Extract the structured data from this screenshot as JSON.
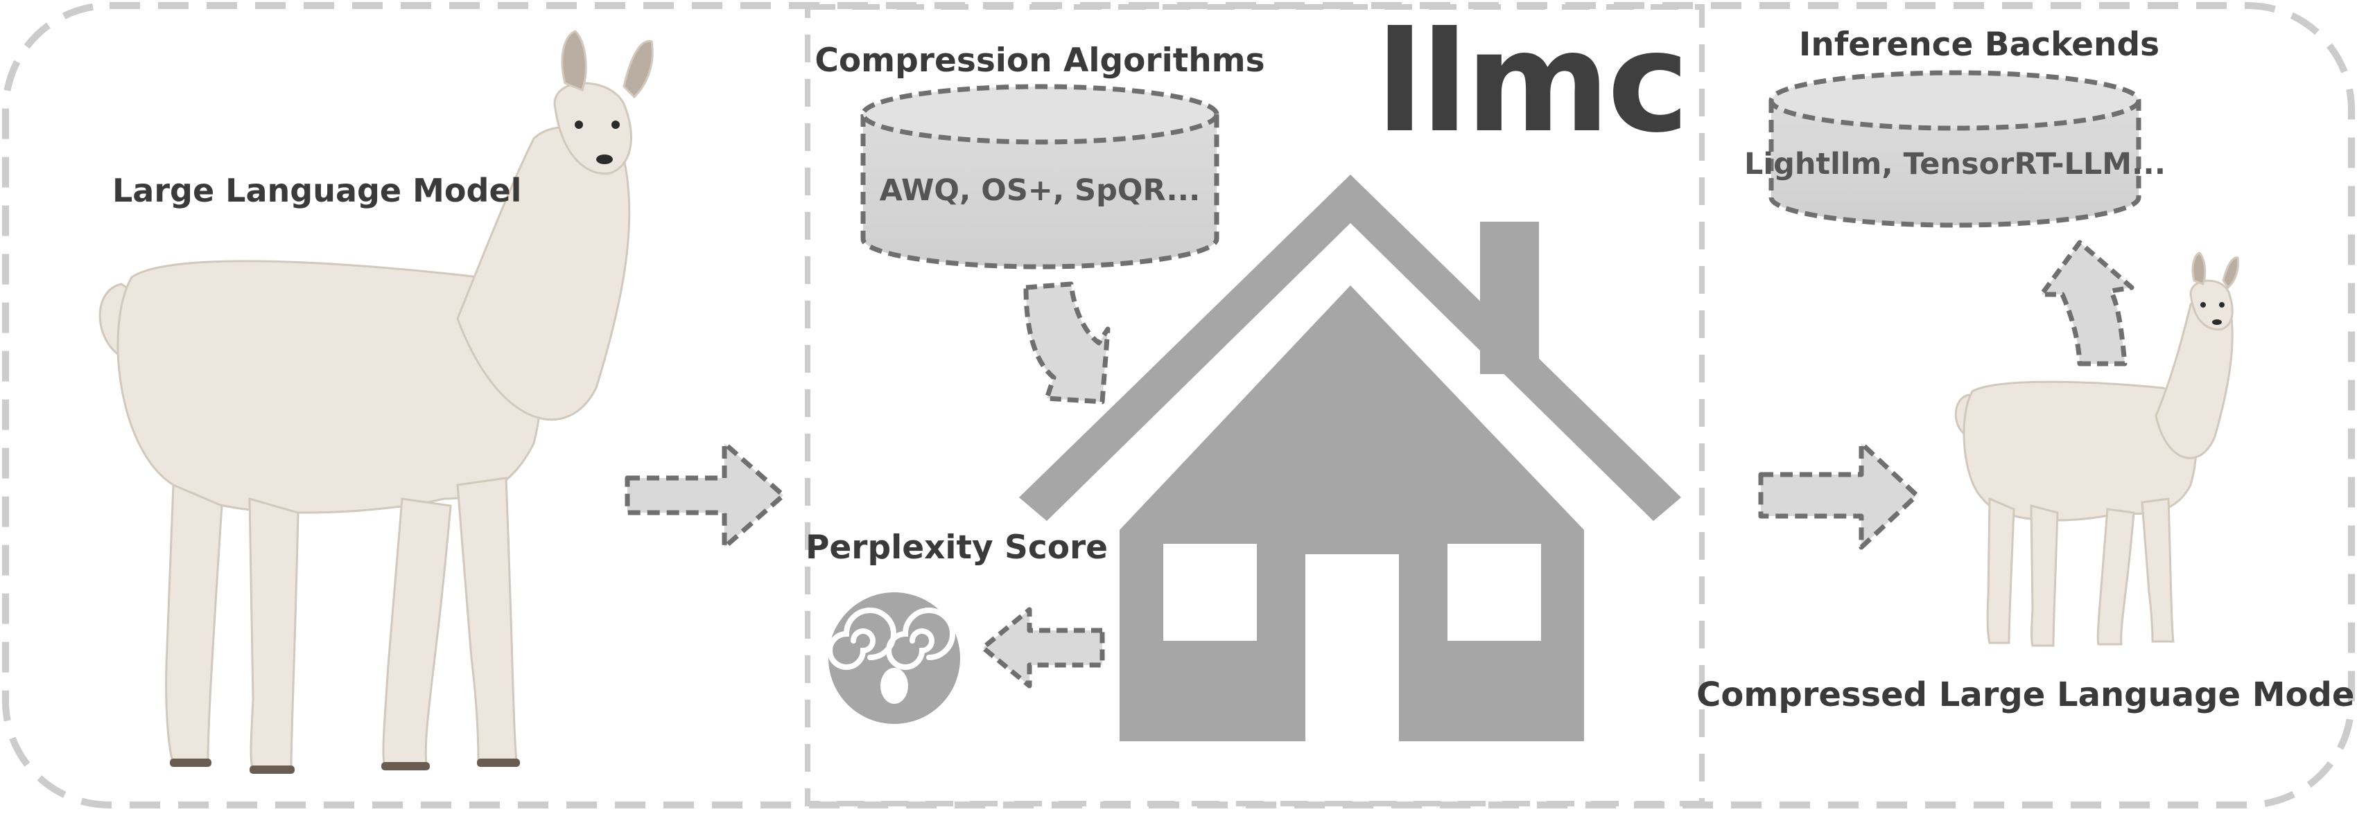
{
  "brand": "llmc",
  "panels": {
    "input": {
      "label": "Large Language Model"
    },
    "compression": {
      "title": "Compression Algorithms",
      "methods": "AWQ, OS+, SpQR..."
    },
    "evaluation": {
      "title": "Perplexity Score"
    },
    "output": {
      "backends_title": "Inference Backends",
      "backends": "Lightllm, TensorRT-LLM...",
      "label": "Compressed Large Language Model"
    }
  },
  "icons": {
    "hub": "house-icon",
    "input_model": "llama-icon",
    "output_model": "small-llama-icon",
    "metric": "dizzy-face-icon",
    "database": "cylinder-icon"
  },
  "colors": {
    "border": "#c8c8c8",
    "house": "#a6a6a6",
    "shape_fill": "#d9d9d9",
    "shape_stroke": "#6f6f6f",
    "text": "#3a3a3a"
  }
}
